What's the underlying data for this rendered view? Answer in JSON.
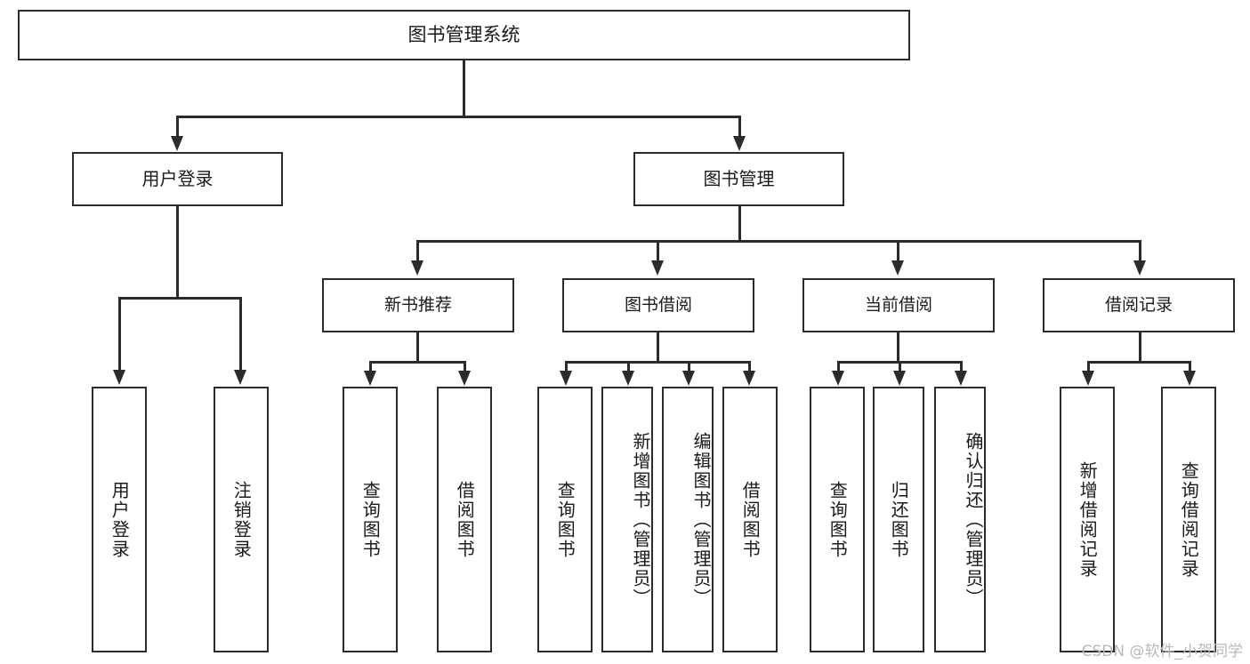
{
  "diagram": {
    "type": "tree",
    "title": "图书管理系统",
    "orientation": "top-down",
    "colors": {
      "stroke": "#2b2b2b",
      "fill": "#ffffff",
      "text": "#1a1a1a",
      "watermark": "#b9b9b9"
    }
  },
  "root": {
    "label": "图书管理系统"
  },
  "level2": [
    {
      "label": "用户登录"
    },
    {
      "label": "图书管理"
    }
  ],
  "level3": [
    {
      "label": "新书推荐"
    },
    {
      "label": "图书借阅"
    },
    {
      "label": "当前借阅"
    },
    {
      "label": "借阅记录"
    }
  ],
  "leaves": {
    "user_login": [
      {
        "label": "用户登录"
      },
      {
        "label": "注销登录"
      }
    ],
    "new_book_recommend": [
      {
        "label": "查询图书"
      },
      {
        "label": "借阅图书"
      }
    ],
    "book_borrow": [
      {
        "label": "查询图书"
      },
      {
        "label": "新增图书（管理员）"
      },
      {
        "label": "编辑图书（管理员）"
      },
      {
        "label": "借阅图书"
      }
    ],
    "current_borrow": [
      {
        "label": "查询图书"
      },
      {
        "label": "归还图书"
      },
      {
        "label": "确认归还（管理员）"
      }
    ],
    "borrow_record": [
      {
        "label": "新增借阅记录"
      },
      {
        "label": "查询借阅记录"
      }
    ]
  },
  "watermark": {
    "text": "CSDN @软件_小贺同学"
  }
}
